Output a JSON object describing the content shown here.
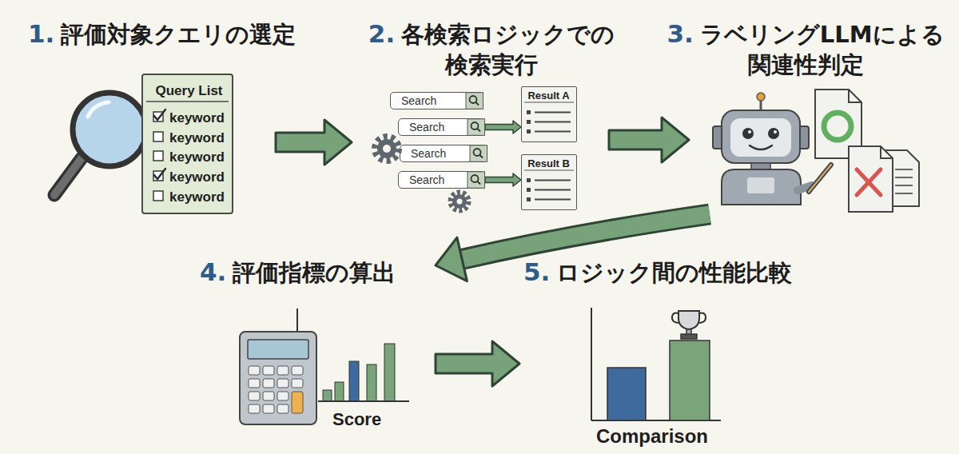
{
  "diagram": {
    "nodes": [
      {
        "text": [
          "1.",
          "評価対象クエリの選定"
        ]
      },
      {
        "text": [
          "Query List",
          "keyword",
          "keyword",
          "keyword",
          "keyword",
          "keyword"
        ],
        "in": 0
      },
      {
        "text": [
          "2.",
          "各検索ロジックでの 検索実行"
        ]
      },
      {
        "text": [
          "Search"
        ],
        "in": 2
      },
      {
        "text": [
          "Search"
        ],
        "in": 2
      },
      {
        "text": [
          "Search"
        ],
        "in": 2
      },
      {
        "text": [
          "Search"
        ],
        "in": 2
      },
      {
        "text": [
          "Result A"
        ],
        "in": 2
      },
      {
        "text": [
          "Result B"
        ],
        "in": 2
      },
      {
        "text": [
          "3.",
          "ラベリングLLMによる 関連性判定"
        ]
      },
      {
        "text": [
          "4.",
          "評価指標の算出"
        ]
      },
      {
        "text": [
          "5.",
          "ロジック間の性能比較"
        ]
      }
    ],
    "edges": [
      {
        "from": 0,
        "to": 2,
        "arrow": "to"
      },
      {
        "from": 2,
        "to": 9,
        "arrow": "to"
      },
      {
        "from": 9,
        "to": 10,
        "arrow": "to"
      },
      {
        "from": 10,
        "to": 11,
        "arrow": "to"
      },
      {
        "from": 4,
        "to": 7,
        "arrow": "to"
      },
      {
        "from": 6,
        "to": 8,
        "arrow": "to"
      }
    ],
    "labels": [
      "Score",
      "Comparison"
    ]
  }
}
